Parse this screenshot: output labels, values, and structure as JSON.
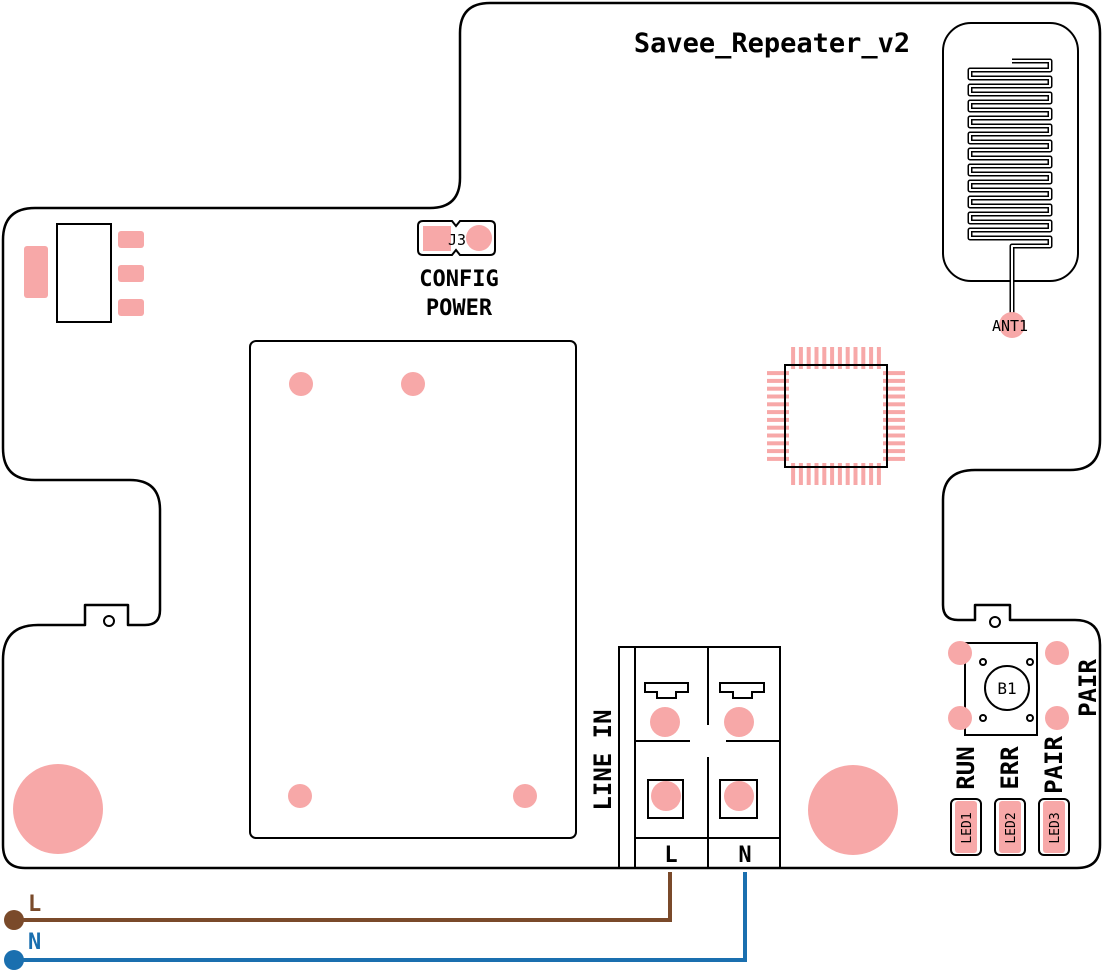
{
  "board": {
    "title": "Savee_Repeater_v2"
  },
  "labels": {
    "j3": "J3",
    "config": "CONFIG",
    "power": "POWER",
    "ant1": "ANT1",
    "b1": "B1",
    "pair_button": "PAIR",
    "line_in": "LINE IN",
    "terminal_l": "L",
    "terminal_n": "N",
    "led_run": "RUN",
    "led_err": "ERR",
    "led_pair": "PAIR",
    "led1": "LED1",
    "led2": "LED2",
    "led3": "LED3"
  },
  "wires": {
    "l_label": "L",
    "n_label": "N",
    "l_color": "#7a4a2a",
    "n_color": "#1a6faf"
  },
  "colors": {
    "pad": "#f7a8a8",
    "outline": "#000000"
  }
}
